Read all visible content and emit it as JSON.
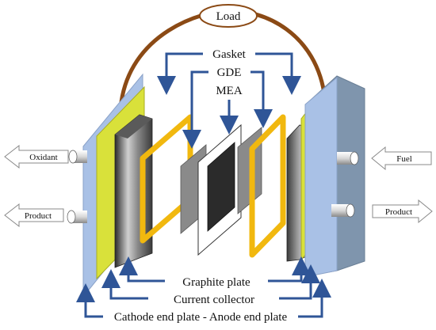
{
  "labels": {
    "load": "Load",
    "gasket": "Gasket",
    "gde": "GDE",
    "mea": "MEA",
    "oxidant": "Oxidant",
    "product_left": "Product",
    "fuel": "Fuel",
    "product_right": "Product",
    "graphite_plate": "Graphite plate",
    "current_collector": "Current collector",
    "end_plates": "Cathode end plate - Anode end plate"
  },
  "colors": {
    "end_plate": "#a9c1e6",
    "end_plate_right": "#7f95ad",
    "current_collector": "#d9e13a",
    "gasket": "#f1b80f",
    "arrow": "#2f5597",
    "wire": "#8b4a15",
    "mea_dark": "#2b2b2b",
    "gde_gray": "#8a8a8a"
  }
}
